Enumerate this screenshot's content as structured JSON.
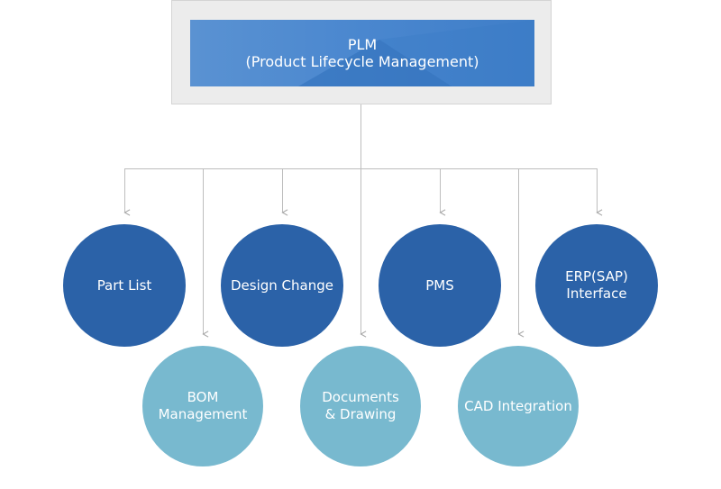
{
  "root": {
    "line1": "PLM",
    "line2": "(Product Lifecycle Management)"
  },
  "nodes": {
    "part_list": [
      "Part List"
    ],
    "design_change": [
      "Design Change"
    ],
    "pms": [
      "PMS"
    ],
    "erp_interface": [
      "ERP(SAP)",
      "Interface"
    ],
    "bom_management": [
      "BOM",
      "Management"
    ],
    "documents_drawing": [
      "Documents",
      "& Drawing"
    ],
    "cad_integration": [
      "CAD Integration"
    ]
  },
  "colors": {
    "dark_circle": "#2b62a8",
    "light_circle": "#78b9cf",
    "root_box": "#4a87cf",
    "connector": "#b8b8b8"
  }
}
